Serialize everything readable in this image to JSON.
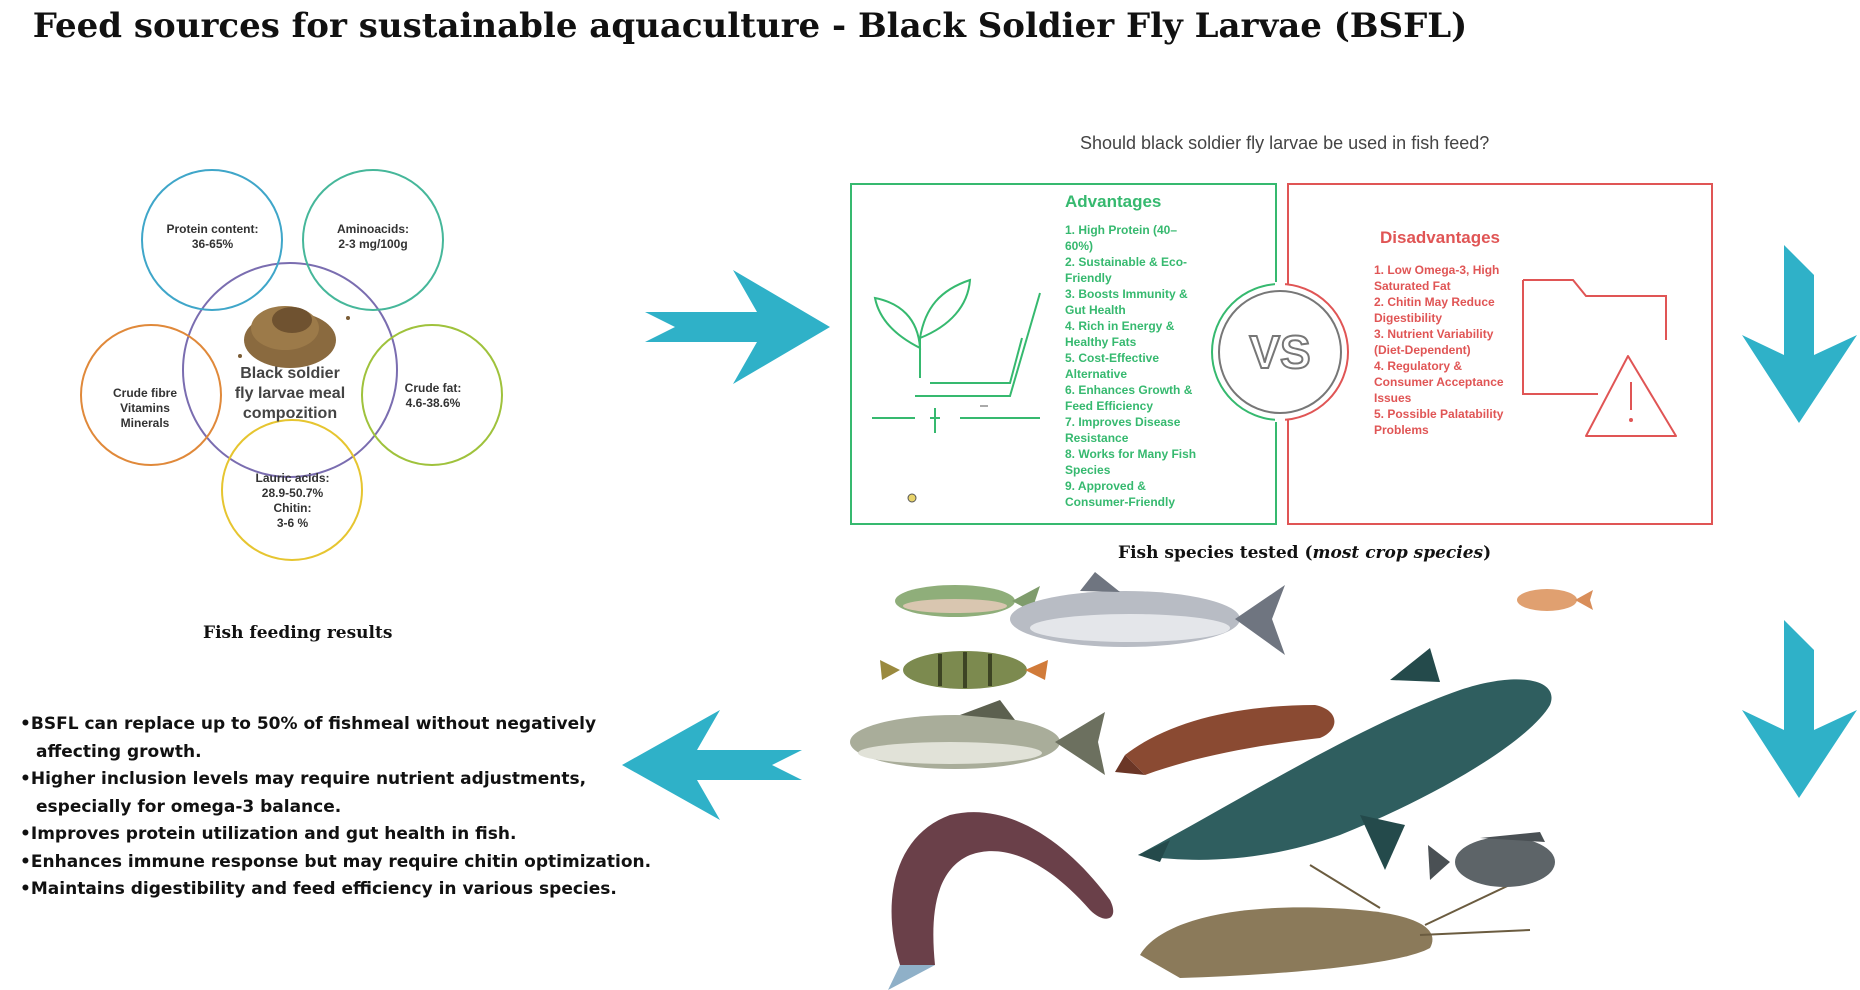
{
  "title": "Feed sources for sustainable aquaculture - Black Soldier Fly Larvae (BSFL)",
  "question": "Should black soldier fly larvae be used in fish feed?",
  "composition": {
    "center": "Black soldier\nfly larvae meal\ncompozition",
    "circles": [
      {
        "label": "Protein content:\n36-65%",
        "color": "#3fa6c9"
      },
      {
        "label": "Aminoacids:\n2-3 mg/100g",
        "color": "#46b79a"
      },
      {
        "label": "Crude fat:\n4.6-38.6%",
        "color": "#9fc23c"
      },
      {
        "label": "Lauric acids:\n28.9-50.7%\nChitin:\n3-6 %",
        "color": "#e6c530"
      },
      {
        "label": "Crude fibre\nVitamins\nMinerals",
        "color": "#e0893a"
      }
    ],
    "ring_color": "#7a6db0"
  },
  "advantages": {
    "title": "Advantages",
    "items": [
      "1. High Protein (40–60%)",
      "2. Sustainable & Eco-Friendly",
      "3. Boosts Immunity & Gut Health",
      "4. Rich in Energy & Healthy Fats",
      "5. Cost-Effective Alternative",
      "6. Enhances Growth & Feed Efficiency",
      "7. Improves Disease Resistance",
      "8. Works for Many Fish Species",
      "9. Approved & Consumer-Friendly"
    ],
    "color": "#36b96f"
  },
  "vs_label": "VS",
  "disadvantages": {
    "title": "Disadvantages",
    "items": [
      "1. Low Omega-3, High Saturated Fat",
      "2. Chitin May Reduce Digestibility",
      "3. Nutrient Variability (Diet-Dependent)",
      "4. Regulatory & Consumer Acceptance Issues",
      "5. Possible Palatability Problems"
    ],
    "color": "#e05555"
  },
  "fish_section": {
    "title": "Fish species tested (",
    "title_italic": "most crop species",
    "title_end": ")"
  },
  "results": {
    "title": "Fish feeding results",
    "items": [
      "BSFL can replace up to 50% of fishmeal without negatively affecting growth.",
      "Higher inclusion levels may require nutrient adjustments, especially for omega-3 balance.",
      "Improves protein utilization and gut health in fish.",
      "Enhances immune response but may require chitin optimization.",
      "Maintains digestibility and feed efficiency in various species."
    ]
  },
  "arrow_color": "#2fb1c8"
}
